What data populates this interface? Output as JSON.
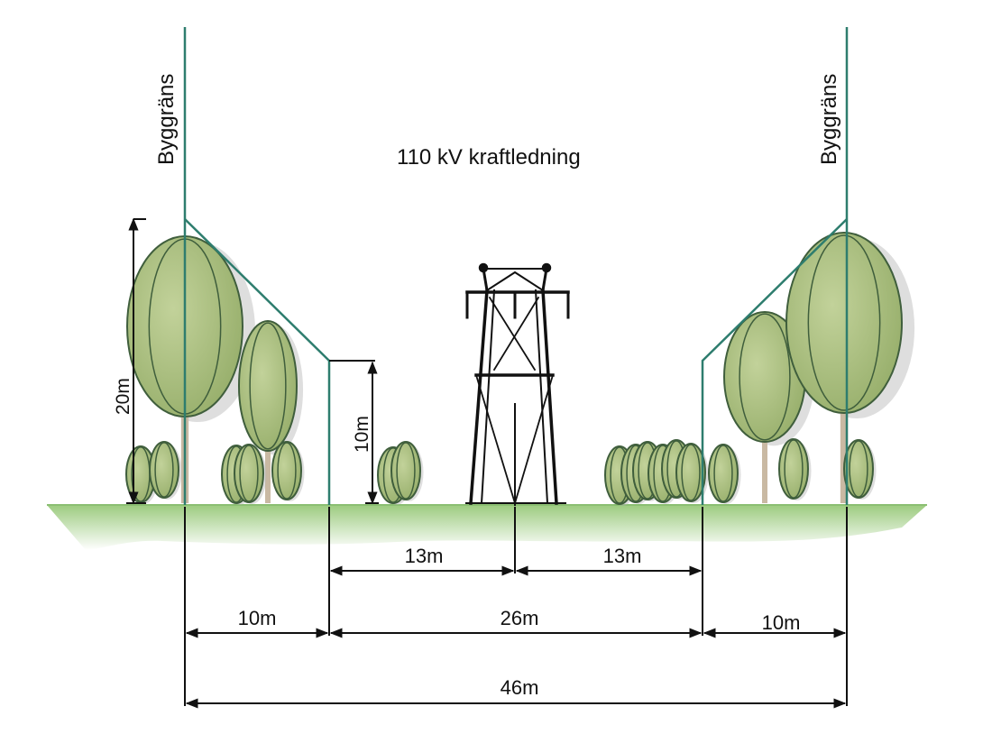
{
  "title": "110 kV kraftledning",
  "boundary_left_label": "Byggräns",
  "boundary_right_label": "Byggräns",
  "height_tree_label": "20m",
  "height_edge_label": "10m",
  "dim_half_left": "13m",
  "dim_half_right": "13m",
  "dim_zone_left": "10m",
  "dim_corridor": "26m",
  "dim_zone_right": "10m",
  "dim_total": "46m",
  "colors": {
    "boundary_line": "#2e7d6e",
    "dimension_line": "#111111",
    "tree_fill": "#a9bd7d",
    "tree_outline": "#3f5e3c",
    "trunk": "#c9b9a3",
    "ground": "#a5d08a",
    "tower": "#111111"
  },
  "icons": [
    "tree-icon",
    "power-tower-icon"
  ]
}
